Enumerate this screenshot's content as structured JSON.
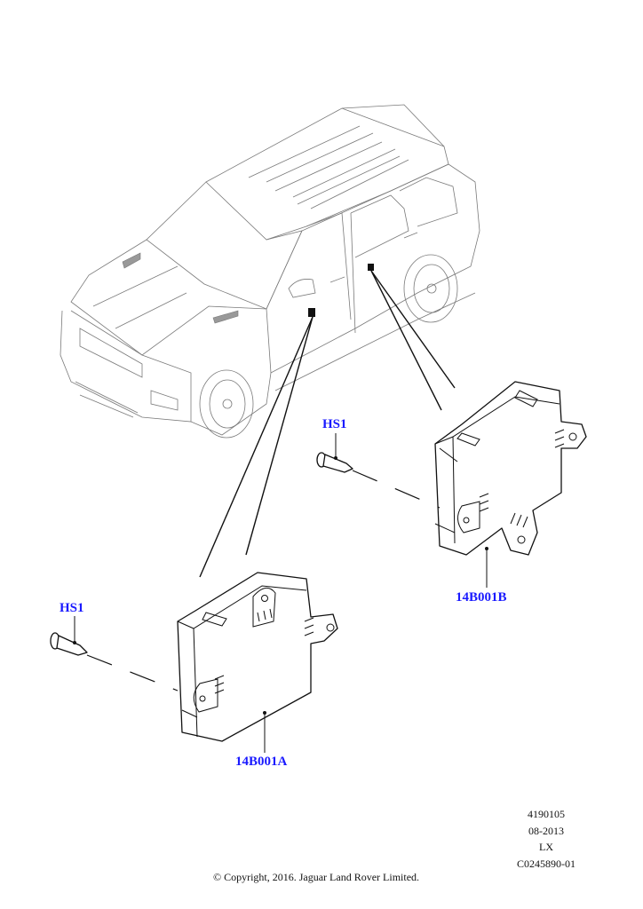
{
  "diagram": {
    "title": "Vehicle module location - Range Rover Sport",
    "callouts": [
      {
        "id": "hs1-upper",
        "label": "HS1"
      },
      {
        "id": "hs1-lower",
        "label": "HS1"
      },
      {
        "id": "module-b",
        "label": "14B001B"
      },
      {
        "id": "module-a",
        "label": "14B001A"
      }
    ],
    "callout_color": "#1a1aff"
  },
  "footer": {
    "ref_lines": [
      "4190105",
      "08-2013",
      "LX",
      "C0245890-01"
    ],
    "copyright": "© Copyright, 2016. Jaguar Land Rover Limited."
  }
}
